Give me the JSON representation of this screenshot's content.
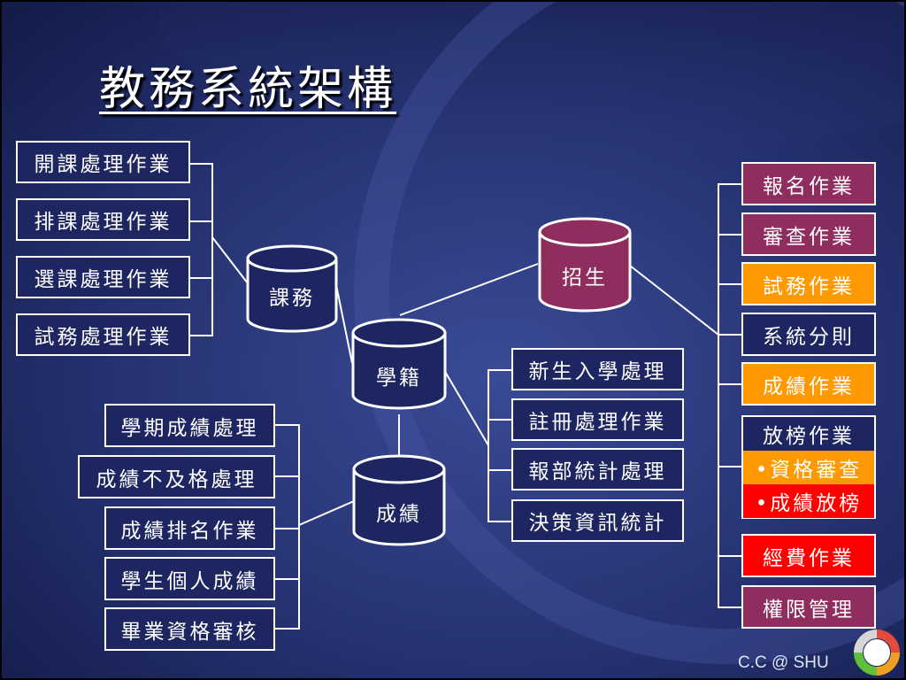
{
  "title": "教務系統架構",
  "databases": {
    "course": "課務",
    "enrollment": "招生",
    "registry": "學籍",
    "grades": "成績"
  },
  "course_tasks": [
    "開課處理作業",
    "排課處理作業",
    "選課處理作業",
    "試務處理作業"
  ],
  "grade_tasks": [
    "學期成績處理",
    "成績不及格處理",
    "成績排名作業",
    "學生個人成績",
    "畢業資格審核"
  ],
  "registry_tasks": [
    "新生入學處理",
    "註冊處理作業",
    "報部統計處理",
    "決策資訊統計"
  ],
  "enrollment_tasks": {
    "registration": "報名作業",
    "review": "審查作業",
    "exam_affairs": "試務作業",
    "system_rules": "系統分則",
    "scores": "成績作業",
    "results": {
      "title": "放榜作業",
      "items": [
        "•資格審查",
        "•成績放榜"
      ]
    },
    "funding": "經費作業",
    "permissions": "權限管理"
  },
  "colors": {
    "background": "#1e2a63",
    "highlight_orange": "#ff9900",
    "highlight_red": "#ff0000",
    "enrollment_db": "#8e2d5e"
  },
  "footer": "C.C @ SHU"
}
